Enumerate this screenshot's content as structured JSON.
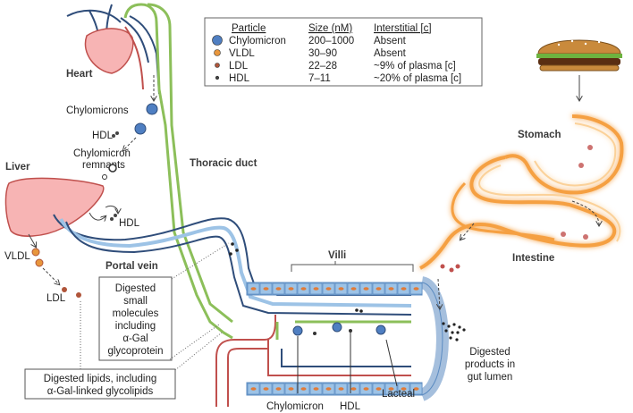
{
  "table": {
    "headers": [
      "Particle",
      "Size (nM)",
      "Interstitial [c]"
    ],
    "rows": [
      {
        "particle": "Chylomicron",
        "size": "200–1000",
        "interstitial": "Absent",
        "marker_color": "#4f7fc2"
      },
      {
        "particle": "VLDL",
        "size": "30–90",
        "interstitial": "Absent",
        "marker_color": "#e8963c"
      },
      {
        "particle": "LDL",
        "size": "22–28",
        "interstitial": "~9% of plasma [c]",
        "marker_color": "#b0553a"
      },
      {
        "particle": "HDL",
        "size": "7–11",
        "interstitial": "~20% of plasma [c]",
        "marker_color": "#444444"
      }
    ]
  },
  "labels": {
    "heart": "Heart",
    "chylomicrons": "Chylomicrons",
    "hdl_top": "HDL",
    "remnants_1": "Chylomicron",
    "remnants_2": "remnants",
    "liver": "Liver",
    "hdl_liver": "HDL",
    "thoracic_duct": "Thoracic duct",
    "vldl": "VLDL",
    "portal_vein": "Portal vein",
    "ldl": "LDL",
    "villi": "Villi",
    "stomach": "Stomach",
    "intestine": "Intestine",
    "digested_products": [
      "Digested",
      "products in",
      "gut lumen"
    ],
    "chylomicron_bottom": "Chylomicron",
    "hdl_bottom": "HDL",
    "lacteal": "Lacteal"
  },
  "callouts": {
    "small_molecules": [
      "Digested",
      "small",
      "molecules",
      "including",
      "α-Gal",
      "glycoprotein"
    ],
    "lipids": [
      "Digested lipids, including",
      "α-Gal-linked glycolipids"
    ]
  },
  "colors": {
    "blood_vessel": "#c0504d",
    "vein_blue": "#2f4d7a",
    "lymph_green": "#8cbf5a",
    "villi_cell": "#9dc3e6",
    "nucleus": "#e07b39",
    "intestine_glow": "#f5a042",
    "heart_fill": "#f7b4b4"
  }
}
